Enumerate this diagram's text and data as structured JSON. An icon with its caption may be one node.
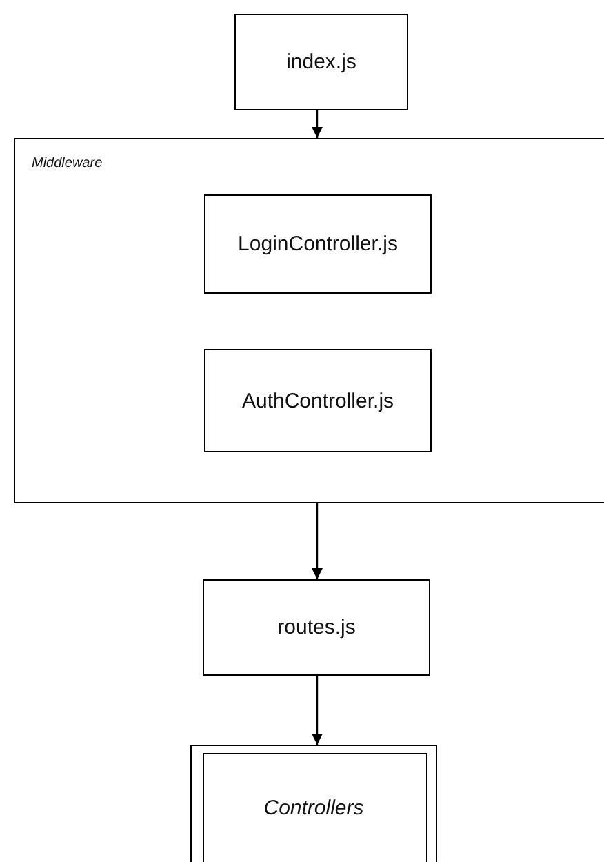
{
  "diagram": {
    "nodes": [
      {
        "text": [
          "index.js"
        ]
      },
      {
        "text": [
          "Middleware"
        ]
      },
      {
        "text": [
          "LoginController.js"
        ],
        "in": 1
      },
      {
        "text": [
          "AuthController.js"
        ],
        "in": 1
      },
      {
        "text": [
          "routes.js"
        ]
      },
      {
        "text": [
          "Controllers"
        ]
      }
    ],
    "edges": [
      {
        "from": 0,
        "to": 1,
        "arrow": "to"
      },
      {
        "from": 1,
        "to": 4,
        "arrow": "to"
      },
      {
        "from": 4,
        "to": 5,
        "arrow": "to"
      }
    ]
  }
}
